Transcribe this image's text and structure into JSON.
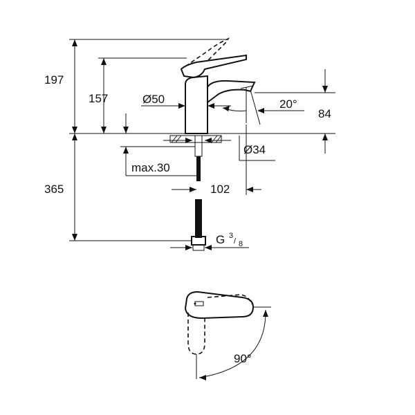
{
  "dimensions": {
    "height_total": "197",
    "height_spout": "157",
    "body_diameter": "Ø50",
    "spout_angle": "20°",
    "spout_height": "84",
    "shank_diameter": "Ø34",
    "max_thickness": "max.30",
    "spout_reach": "102",
    "hose_length": "365",
    "connection_prefix": "G",
    "connection_numerator": "3",
    "connection_denominator": "8",
    "rotation_angle": "90°"
  }
}
